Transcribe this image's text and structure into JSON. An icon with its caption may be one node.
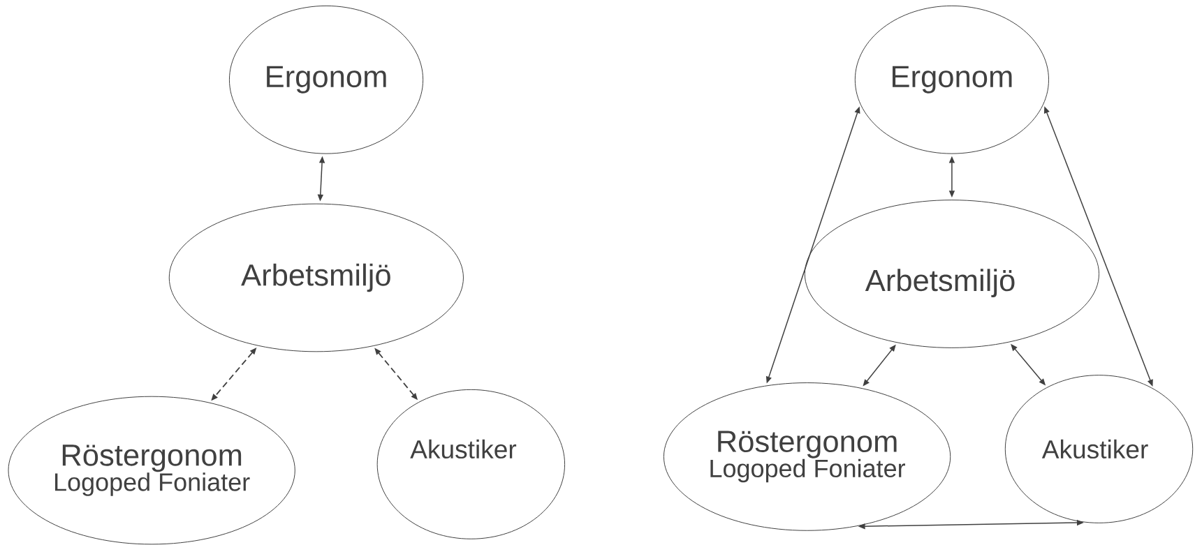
{
  "diagram": {
    "nodes": [
      {
        "text": [
          "Ergonom"
        ]
      },
      {
        "text": [
          "Arbetsmiljö"
        ]
      },
      {
        "text": [
          "Röstergonom",
          "Logoped Foniater"
        ]
      },
      {
        "text": [
          "Akustiker"
        ]
      },
      {
        "text": [
          "Ergonom"
        ]
      },
      {
        "text": [
          "Arbetsmiljö"
        ]
      },
      {
        "text": [
          "Röstergonom",
          "Logoped Foniater"
        ]
      },
      {
        "text": [
          "Akustiker"
        ]
      }
    ],
    "edges": [
      {
        "from": 1,
        "to": 0,
        "arrow": "both"
      },
      {
        "from": 1,
        "to": 2,
        "arrow": "both",
        "style": "dashed"
      },
      {
        "from": 1,
        "to": 3,
        "arrow": "both",
        "style": "dashed"
      },
      {
        "from": 5,
        "to": 4,
        "arrow": "both"
      },
      {
        "from": 6,
        "to": 4,
        "arrow": "both"
      },
      {
        "from": 7,
        "to": 4,
        "arrow": "both"
      },
      {
        "from": 5,
        "to": 6,
        "arrow": "both"
      },
      {
        "from": 5,
        "to": 7,
        "arrow": "both"
      },
      {
        "from": 6,
        "to": 7,
        "arrow": "both"
      }
    ]
  }
}
